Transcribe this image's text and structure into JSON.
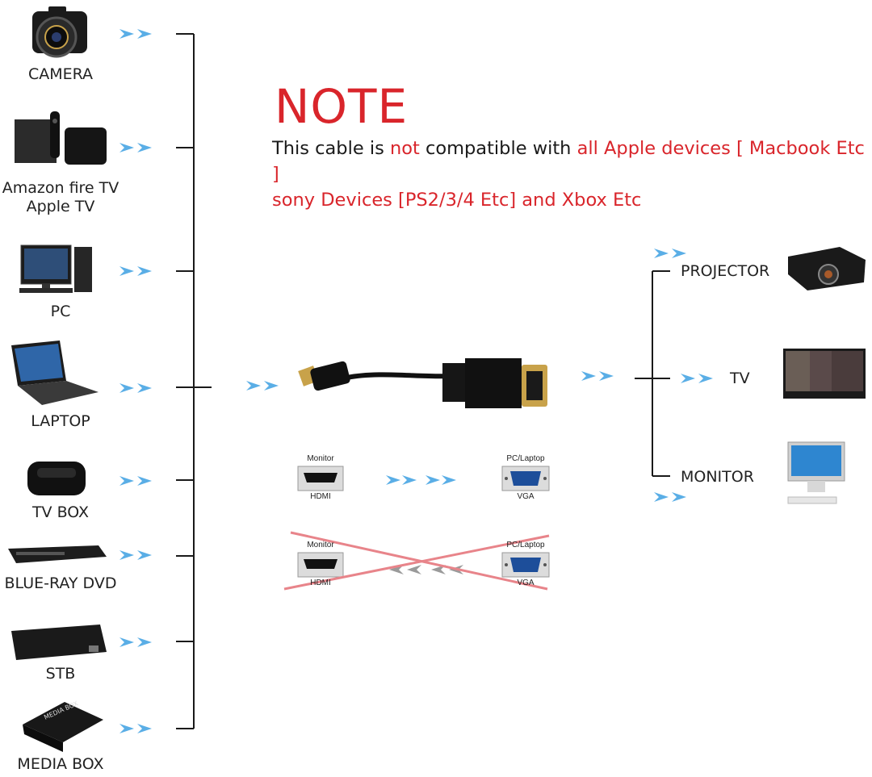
{
  "note": {
    "title": "NOTE",
    "line1_a": "This cable is ",
    "line1_not": "not",
    "line1_b": " compatible with ",
    "line1_apple": "all Apple devices [ Macbook Etc ]",
    "line2": "sony Devices [PS2/3/4 Etc] and Xbox Etc"
  },
  "sources": [
    {
      "label": "CAMERA"
    },
    {
      "label": "Amazon fire TV\nApple TV"
    },
    {
      "label": "PC"
    },
    {
      "label": "LAPTOP"
    },
    {
      "label": "TV BOX"
    },
    {
      "label": "BLUE-RAY DVD"
    },
    {
      "label": "STB"
    },
    {
      "label": "MEDIA BOX"
    }
  ],
  "destinations": [
    {
      "label": "PROJECTOR"
    },
    {
      "label": "TV"
    },
    {
      "label": "MONITOR"
    }
  ],
  "direction_ok": {
    "left_top": "Monitor",
    "left_bottom": "HDMI",
    "right_top": "PC/Laptop",
    "right_bottom": "VGA"
  },
  "direction_bad": {
    "left_top": "Monitor",
    "left_bottom": "HDMI",
    "right_top": "PC/Laptop",
    "right_bottom": "VGA"
  },
  "colors": {
    "accent_red": "#d9252b",
    "arrow_blue": "#5aaee6",
    "line": "#1a1a1a",
    "cross_red": "#e8848a"
  }
}
